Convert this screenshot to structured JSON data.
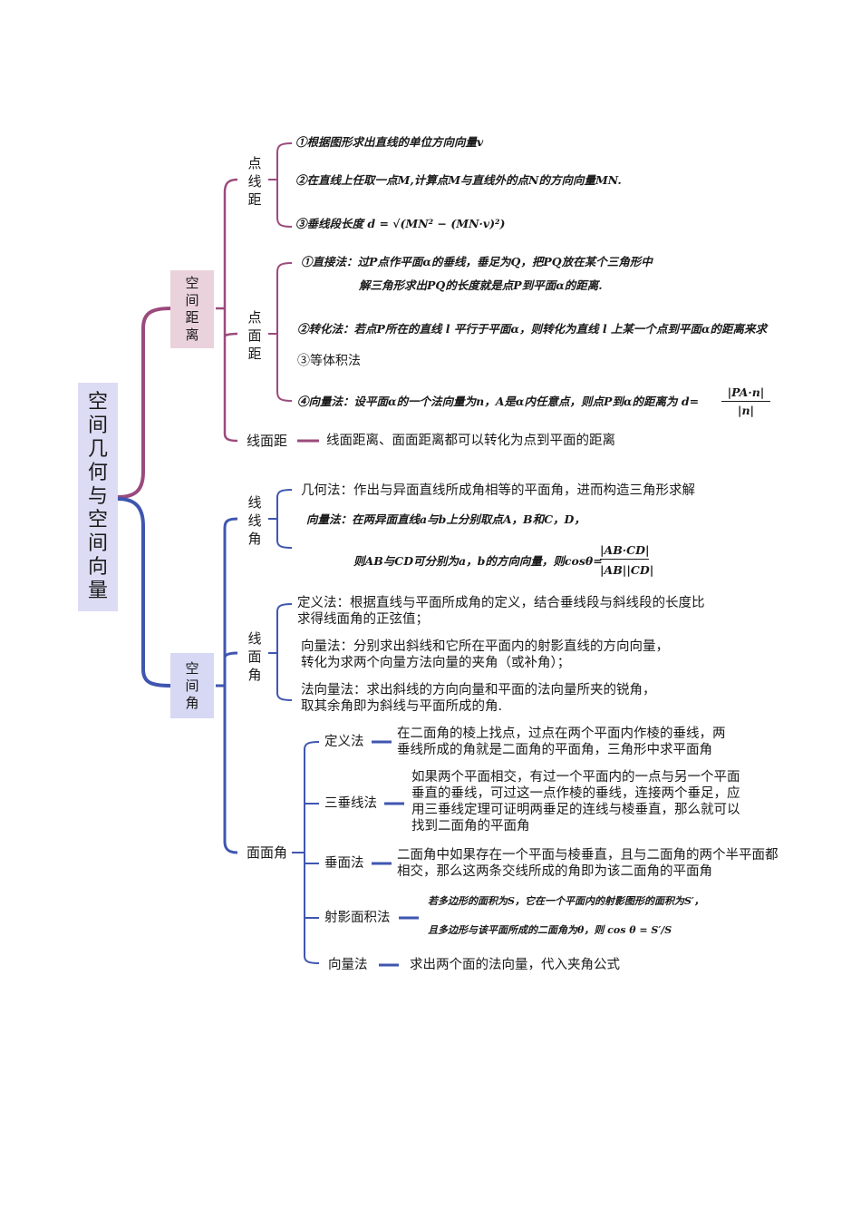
{
  "root": "空间几何与空间向量",
  "distance": {
    "label": "空间距离",
    "point_line": {
      "label": "点线距",
      "items": [
        "①根据图形求出直线的单位方向向量v",
        "②在直线上任取一点M,计算点M与直线外的点N的方向向量MN.",
        "③垂线段长度 d = √(MN² − (MN·v)²)"
      ]
    },
    "point_plane": {
      "label": "点面距",
      "items": [
        "①直接法：过P点作平面α的垂线，垂足为Q，把PQ放在某个三角形中",
        "解三角形求出PQ的长度就是点P到平面α的距离.",
        "②转化法：若点P所在的直线 l 平行于平面α，则转化为直线 l 上某一个点到平面α的距离来求",
        "③等体积法",
        "④向量法：设平面α的一个法向量为n，A是α内任意点，则点P到α的距离为 d=",
        "|PA·n|",
        "|n|"
      ]
    },
    "line_plane": {
      "label": "线面距",
      "text": "线面距离、面面距离都可以转化为点到平面的距离"
    }
  },
  "angle": {
    "label": "空间角",
    "line_line": {
      "label": "线线角",
      "items": [
        "几何法：作出与异面直线所成角相等的平面角，进而构造三角形求解",
        "向量法：在两异面直线a与b上分别取点A，B和C，D，",
        "则AB与CD可分别为a，b的方向向量，则cosθ=",
        "|AB·CD|",
        "|AB||CD|"
      ]
    },
    "line_face": {
      "label": "线面角",
      "items": [
        "定义法：根据直线与平面所成角的定义，结合垂线段与斜线段的长度比\n        求得线面角的正弦值；",
        "向量法：分别求出斜线和它所在平面内的射影直线的方向向量，\n        转化为求两个向量方法向量的夹角（或补角）；",
        "法向量法：求出斜线的方向向量和平面的法向量所夹的锐角，\n        取其余角即为斜线与平面所成的角."
      ]
    },
    "face_face": {
      "label": "面面角",
      "methods": [
        {
          "name": "定义法",
          "text": "在二面角的棱上找点，过点在两个平面内作棱的垂线，两\n垂线所成的角就是二面角的平面角，三角形中求平面角"
        },
        {
          "name": "三垂线法",
          "text": "如果两个平面相交，有过一个平面内的一点与另一个平面\n垂直的垂线，可过这一点作棱的垂线，连接两个垂足，应\n用三垂线定理可证明两垂足的连线与棱垂直，那么就可以\n找到二面角的平面角"
        },
        {
          "name": "垂面法",
          "text": "二面角中如果存在一个平面与棱垂直，且与二面角的两个半平面都\n相交，那么这两条交线所成的角即为该二面角的平面角"
        },
        {
          "name": "射影面积法",
          "text": "若多边形的面积为S，它在一个平面内的射影图形的面积为S′，\n\n且多边形与该平面所成的二面角为θ，则 cos θ = S′/S"
        },
        {
          "name": "向量法",
          "text": "求出两个面的法向量，代入夹角公式"
        }
      ]
    }
  },
  "colors": {
    "distance_branch": "#9b4a7c",
    "angle_branch": "#3f56b0",
    "root_box": "#dcdcf4",
    "distance_box": "#ead2dc",
    "angle_box": "#d6d8f4"
  }
}
